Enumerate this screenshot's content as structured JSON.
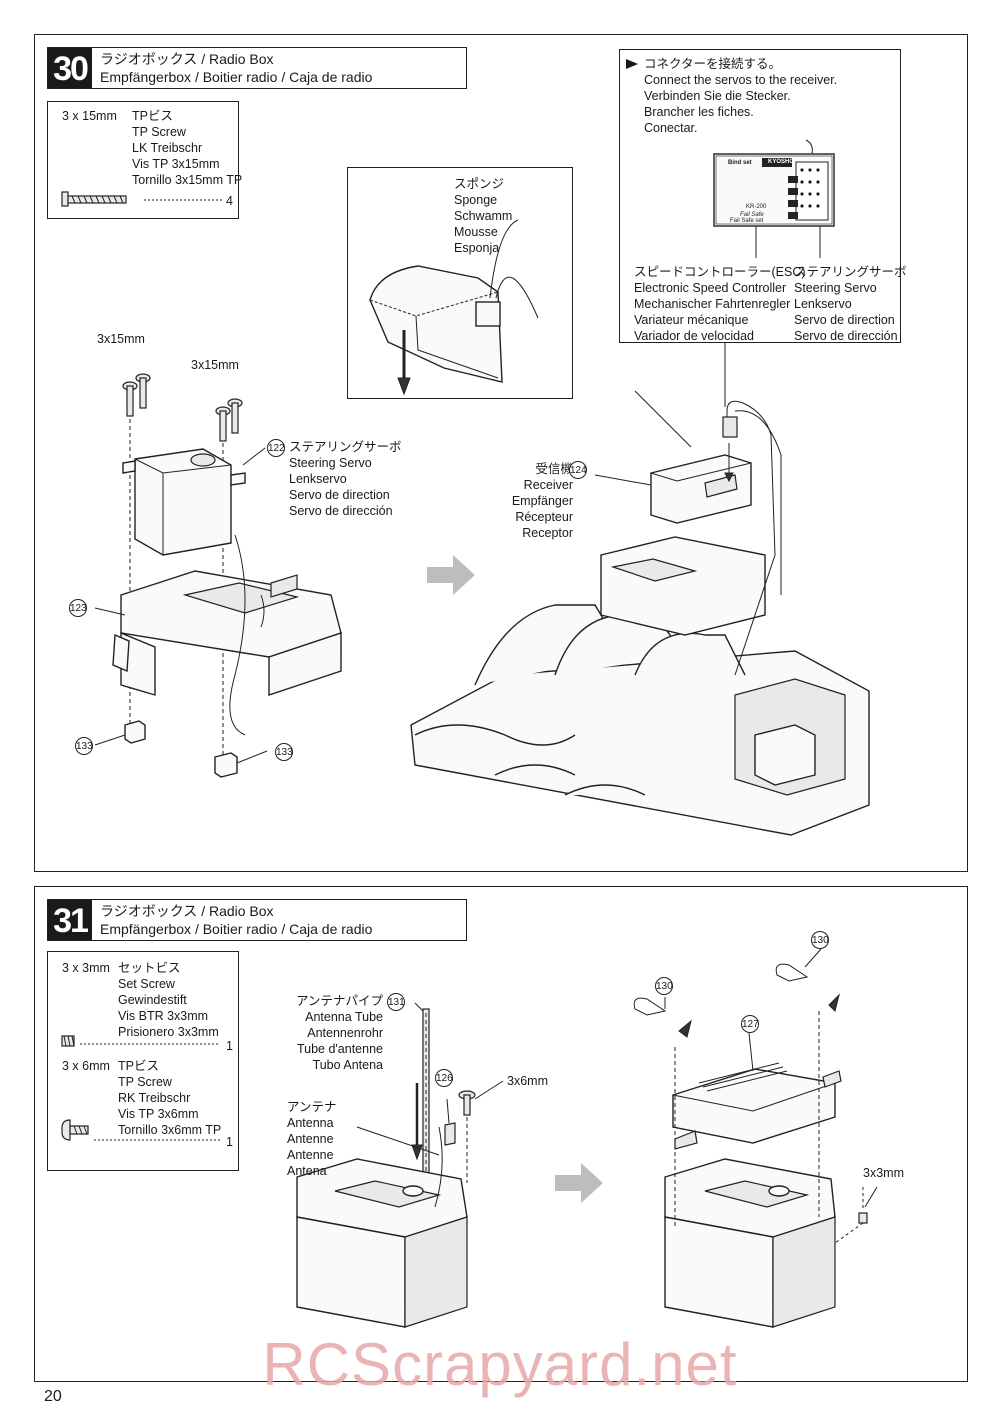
{
  "page": {
    "number": "20",
    "watermark": "RCScrapyard.net"
  },
  "step30": {
    "number": "30",
    "title_line1": "ラジオボックス / Radio Box",
    "title_line2": "Empfängerbox / Boitier radio / Caja de radio",
    "parts": {
      "size": "3 x 15mm",
      "lines": [
        "TPビス",
        "TP Screw",
        "LK Treibschr",
        "Vis TP 3x15mm",
        "Tornillo 3x15mm TP"
      ],
      "qty": "4"
    },
    "screw_label_left": "3x15mm",
    "screw_label_right": "3x15mm",
    "steering_servo": {
      "ref": "122",
      "lines": [
        "ステアリングサーボ",
        "Steering Servo",
        "Lenkservo",
        "Servo de direction",
        "Servo de dirección"
      ]
    },
    "ref_box": "123",
    "ref_mount_left": "133",
    "ref_mount_right": "133",
    "receiver": {
      "ref": "124",
      "lines": [
        "受信機",
        "Receiver",
        "Empfänger",
        "Récepteur",
        "Receptor"
      ]
    },
    "sponge": {
      "lines": [
        "スポンジ",
        "Sponge",
        "Schwamm",
        "Mousse",
        "Esponja"
      ]
    },
    "connect_note": {
      "lines": [
        "コネクターを接続する。",
        "Connect the servos to the receiver.",
        "Verbinden Sie die Stecker.",
        "Brancher les fiches.",
        "Conectar."
      ]
    },
    "esc": {
      "lines": [
        "スピードコントローラー(ESC)",
        "Electronic Speed Controller",
        "Mechanischer Fahrtenregler",
        "Variateur mécanique",
        "Variador de velocidad"
      ]
    },
    "servo_note": {
      "lines": [
        "ステアリングサーボ",
        "Steering Servo",
        "Lenkservo",
        "Servo de direction",
        "Servo de dirección"
      ]
    },
    "receiver_unit": {
      "brand": "KYOSHO",
      "model": "KR-200",
      "bind": "Bind set",
      "failsafe": "Fail Safe",
      "failsafe_set": "Fail Safe set"
    }
  },
  "step31": {
    "number": "31",
    "title_line1": "ラジオボックス / Radio Box",
    "title_line2": "Empfängerbox / Boitier radio / Caja de radio",
    "parts": [
      {
        "size": "3 x 3mm",
        "lines": [
          "セットビス",
          "Set Screw",
          "Gewindestift",
          "Vis BTR 3x3mm",
          "Prisionero 3x3mm"
        ],
        "qty": "1"
      },
      {
        "size": "3 x 6mm",
        "lines": [
          "TPビス",
          "TP Screw",
          "RK Treibschr",
          "Vis TP 3x6mm",
          "Tornillo 3x6mm TP"
        ],
        "qty": "1"
      }
    ],
    "antenna_tube": {
      "ref": "131",
      "lines": [
        "アンテナパイプ",
        "Antenna Tube",
        "Antennenrohr",
        "Tube d'antenne",
        "Tubo Antena"
      ]
    },
    "antenna": {
      "lines": [
        "アンテナ",
        "Antenna",
        "Antenne",
        "Antenne",
        "Antena"
      ]
    },
    "ref_mount": "126",
    "screw_label": "3x6mm",
    "ref_clip_left": "130",
    "ref_clip_right": "130",
    "ref_lid": "127",
    "set_screw_label": "3x3mm"
  }
}
